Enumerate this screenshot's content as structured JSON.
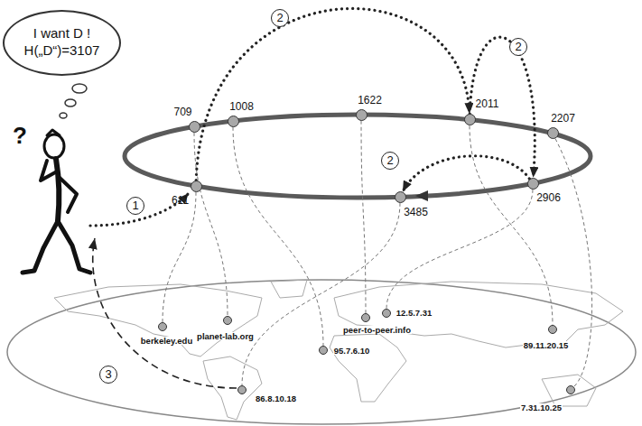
{
  "diagram": {
    "nodes": [
      {
        "text": [
          "I want D !",
          "H(„D“)=3107"
        ]
      },
      {
        "text": [
          "709"
        ]
      },
      {
        "text": [
          "1008"
        ]
      },
      {
        "text": [
          "1622"
        ]
      },
      {
        "text": [
          "2011"
        ]
      },
      {
        "text": [
          "2207"
        ]
      },
      {
        "text": [
          "611"
        ]
      },
      {
        "text": [
          "2906"
        ]
      },
      {
        "text": [
          "3485"
        ]
      },
      {
        "text": [
          "berkeley.edu"
        ]
      },
      {
        "text": [
          "planet-lab.org"
        ]
      },
      {
        "text": [
          "12.5.7.31"
        ]
      },
      {
        "text": [
          "peer-to-peer.info"
        ]
      },
      {
        "text": [
          "95.7.6.10"
        ]
      },
      {
        "text": [
          "89.11.20.15"
        ]
      },
      {
        "text": [
          "86.8.10.18"
        ]
      },
      {
        "text": [
          "7.31.10.25"
        ]
      }
    ],
    "edges": [
      {
        "from": 6,
        "to": 4,
        "arrow": "to"
      },
      {
        "from": 4,
        "to": 7,
        "arrow": "to"
      },
      {
        "from": 7,
        "to": 8,
        "arrow": "to"
      },
      {
        "from": 6,
        "to": 9,
        "arrow": "none"
      },
      {
        "from": 1,
        "to": 10,
        "arrow": "none"
      },
      {
        "from": 2,
        "to": 13,
        "arrow": "none"
      },
      {
        "from": 3,
        "to": 12,
        "arrow": "none"
      },
      {
        "from": 4,
        "to": 14,
        "arrow": "none"
      },
      {
        "from": 5,
        "to": 16,
        "arrow": "none"
      },
      {
        "from": 7,
        "to": 11,
        "arrow": "none"
      },
      {
        "from": 8,
        "to": 15,
        "arrow": "none"
      }
    ],
    "labels": [
      "?",
      "1",
      "2",
      "2",
      "2",
      "3"
    ]
  }
}
